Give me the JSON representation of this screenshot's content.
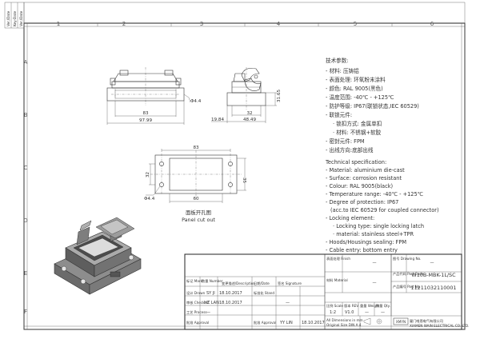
{
  "border": {
    "left_margin_labels": [
      "Ver./Date",
      "Key-Date",
      "Ver./Date"
    ],
    "zones_top": [
      "1",
      "2",
      "3",
      "4",
      "5",
      "6"
    ],
    "zones_left": [
      "A",
      "B",
      "C",
      "D",
      "E",
      "F"
    ]
  },
  "views": {
    "front": {
      "dim_width_inner": "83",
      "dim_width_outer": "97.99",
      "dim_hole": "Φ4.4"
    },
    "side": {
      "dim_height": "31.65",
      "dim_depth": "32",
      "dim_base": "48.49",
      "dim_offset": "19.84"
    },
    "panel_cutout": {
      "dim_width": "83",
      "dim_inner_width": "60",
      "dim_height": "35",
      "dim_inner_height": "32",
      "dim_hole": "Φ4.4",
      "caption_cn": "面板开孔图",
      "caption_en": "Panel cut out"
    }
  },
  "spec_cn": {
    "title": "技术参数:",
    "lines": [
      "- 材料: 压铸铝",
      "- 表面处理: 环氧粉末涂料",
      "- 颜色: RAL 9005(黑色)",
      "- 温度范围: -40℃ - +125℃",
      "- 防护等级: IP67(联锁状态,IEC 60529)",
      "- 联锁元件:",
      "· 锁扣方式: 金属单扣",
      "· 材料: 不锈钢+软胶",
      "- 密封元件: FPM",
      "- 出线方向:底部出线"
    ]
  },
  "spec_en": {
    "title": "Technical specification:",
    "lines": [
      "- Material: aluminium die-cast",
      "- Surface: corrosion resistant",
      "- Colour: RAL 9005(black)",
      "- Temperature range: -40℃ - +125℃",
      "- Degree of protection: IP67",
      "(acc.to IEC 60529 for coupled connector)",
      "- Locking element:",
      "· Locking type: single locking latch",
      "· material: stainless steel+TPR",
      "- Hoods/Housings sealing: FPM",
      "- Cable entry: bottom entry"
    ]
  },
  "title_block": {
    "headers": {
      "mark": "标记 Mark",
      "number": "数量 Number",
      "change": "变更描述/Description",
      "date": "日期/Date",
      "signature": "签名 Signature"
    },
    "drawn_label": "设计 Drawn",
    "drawn_name": "SY JI",
    "drawn_date": "18.10.2017",
    "checked_label": "审核 Checked",
    "checked_name": "HZ LAN",
    "checked_date": "18.10.2017",
    "process_label": "工艺 Process",
    "process_name": "—",
    "stand_label": "标准化 Stand",
    "stand_value": "—",
    "approval_label": "批准 Approval",
    "approval_name": "YY LIN",
    "approval_date": "18.10.2017",
    "finish_label": "表面处理 Finish",
    "finish_value": "—",
    "material_label": "材料 Material",
    "material_value": "—",
    "drawing_no_label": "图号 Drawing No.",
    "drawing_no_value": "—",
    "part_code_label": "产品代码 Part Code",
    "part_code_value": "W10B-MBK-1L/SC",
    "part_no_label": "产品编号 Part No.",
    "part_no_value": "11211032110001",
    "scale_label": "比例 Scale",
    "scale_value": "1:2",
    "rev_label": "版本 REV.",
    "rev_value": "V1.0",
    "weight_label": "重量 Weight",
    "weight_value": "—",
    "qty_label": "数量 Qty.",
    "qty_value": "—",
    "dims_note": "All Dimensions in mm",
    "standard_note": "Original Size DIN A 4",
    "company_logo": "XMYN",
    "company_cn": "厦门唯恩电气有限公司",
    "company_en": "XIAMEN WAIN ELECTRICAL CO.,LTD."
  }
}
